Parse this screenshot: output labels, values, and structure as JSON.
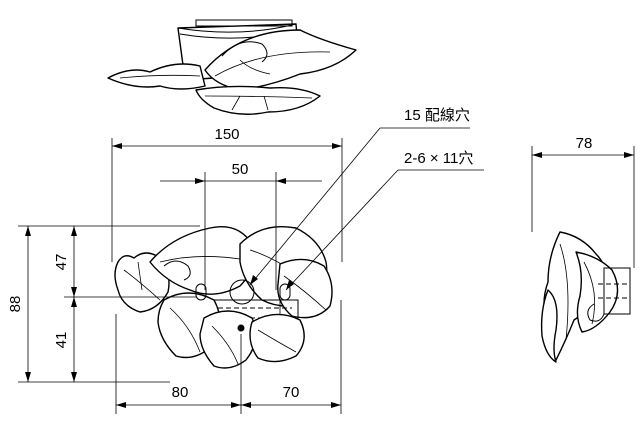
{
  "dimensions": {
    "overall_width": "150",
    "center_spacing": "50",
    "depth": "78",
    "overall_height": "88",
    "upper_height": "47",
    "lower_height": "41",
    "left_offset": "80",
    "right_offset": "70"
  },
  "callouts": {
    "wiring_hole": "15 配線穴",
    "mounting_holes": "2-6 × 11穴"
  }
}
